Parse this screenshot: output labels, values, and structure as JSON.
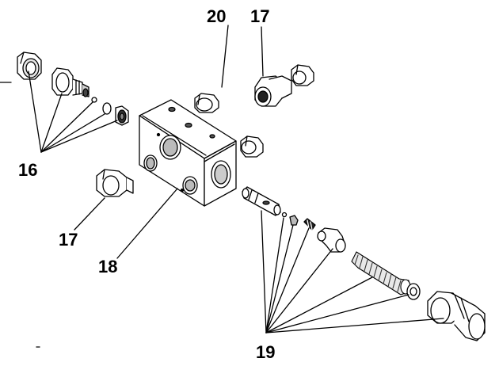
{
  "callouts": {
    "part_16": "16",
    "part_17_left": "17",
    "part_18": "18",
    "part_19": "19",
    "part_20": "20",
    "part_17_top": "17"
  },
  "colors": {
    "stroke": "#000000",
    "fill": "#ffffff",
    "shade": "#9a9a9a",
    "dark": "#2a2a2a"
  }
}
